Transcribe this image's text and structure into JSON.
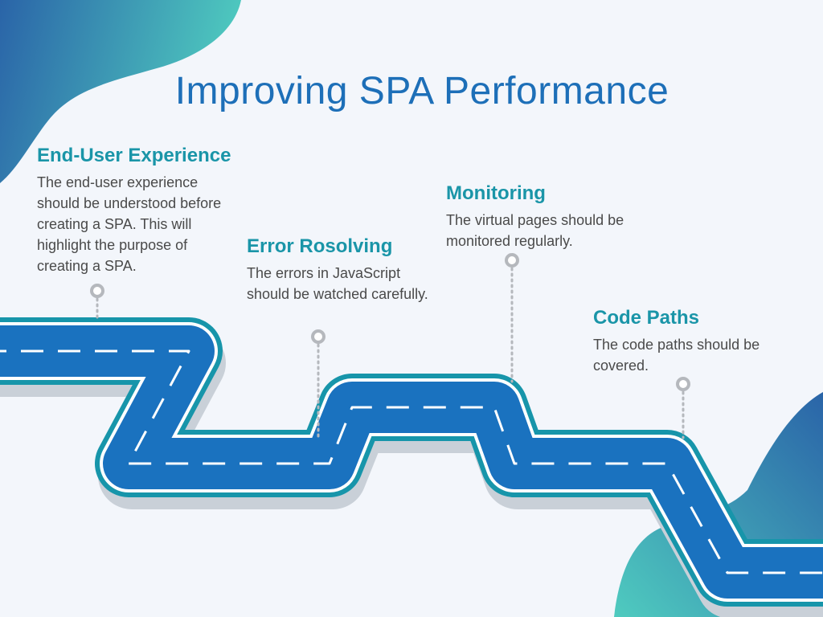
{
  "title": "Improving SPA Performance",
  "colors": {
    "title": "#1d6fb8",
    "heading": "#1a95a8",
    "body_text": "#4a4a4a",
    "road": "#1a72bf",
    "road_edge": "#1795aa",
    "background": "#f3f6fb"
  },
  "steps": [
    {
      "heading": "End-User Experience",
      "text": "The end-user experience should be understood before creating a SPA. This will highlight the purpose of creating a SPA."
    },
    {
      "heading": "Error Rosolving",
      "text": "The errors in JavaScript should be watched carefully."
    },
    {
      "heading": "Monitoring",
      "text": "The virtual pages should be monitored regularly."
    },
    {
      "heading": "Code Paths",
      "text": "The code paths should be covered."
    }
  ]
}
